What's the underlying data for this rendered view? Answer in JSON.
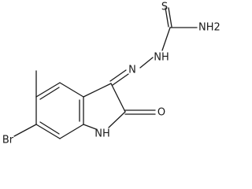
{
  "molecule": {
    "colors": {
      "bond": "#1a1a1a",
      "label": "#1a1a1a",
      "background": "#ffffff"
    },
    "atom_labels": {
      "thione_sulfur": "S",
      "amine": "NH2",
      "hydrazone_nh": "NH",
      "hydrazone_n": "N",
      "carbonyl_oxygen": "O",
      "indole_nh": "NH",
      "bromine": "Br"
    }
  }
}
